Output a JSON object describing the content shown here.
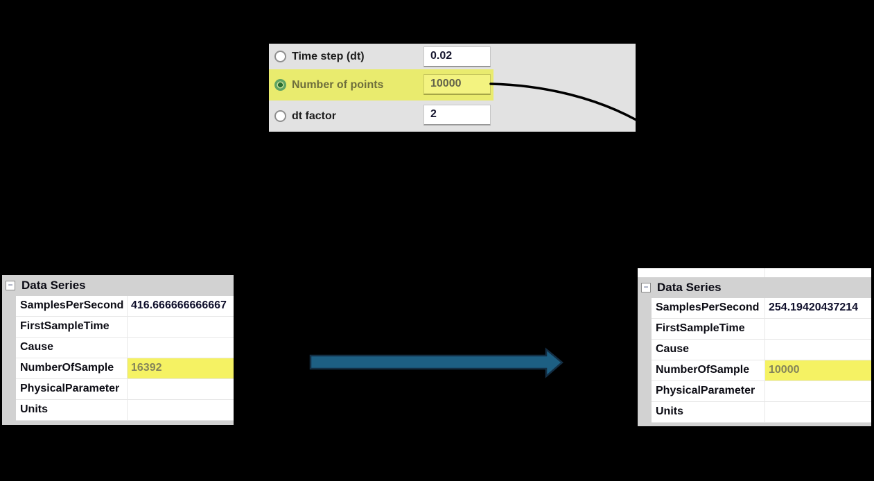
{
  "dialog": {
    "rows": [
      {
        "label": "Time step (dt)",
        "value": "0.02"
      },
      {
        "label": "Number of points",
        "value": "10000"
      },
      {
        "label": "dt factor",
        "value": "2"
      }
    ]
  },
  "before_grid": {
    "title": "Data Series",
    "collapse_glyph": "−",
    "rows": [
      {
        "label": "SamplesPerSecond",
        "value": "416.666666666667"
      },
      {
        "label": "FirstSampleTime",
        "value": ""
      },
      {
        "label": "Cause",
        "value": ""
      },
      {
        "label": "NumberOfSample",
        "value": "16392"
      },
      {
        "label": "PhysicalParameter",
        "value": ""
      },
      {
        "label": "Units",
        "value": ""
      }
    ]
  },
  "after_grid": {
    "title": "Data Series",
    "collapse_glyph": "−",
    "rows": [
      {
        "label": "SamplesPerSecond",
        "value": "254.19420437214"
      },
      {
        "label": "FirstSampleTime",
        "value": ""
      },
      {
        "label": "Cause",
        "value": ""
      },
      {
        "label": "NumberOfSample",
        "value": "10000"
      },
      {
        "label": "PhysicalParameter",
        "value": ""
      },
      {
        "label": "Units",
        "value": ""
      }
    ]
  },
  "icons": {
    "connector": "curved-connector-line",
    "arrow": "right-block-arrow",
    "radio_selected": "radio-selected",
    "radio_unselected": "radio-unselected"
  },
  "colors": {
    "background": "#000000",
    "dialog_panel_bg": "#e2e2e2",
    "highlight_row": "#e9eb6e",
    "highlight_field": "#f3f380",
    "highlight_cell": "#f5f263",
    "highlight_text": "#6e6e3c",
    "grid_chrome": "#d2d2d2",
    "radio_selected_green": "#5fa463",
    "arrow_fill": "#1d5f83",
    "arrow_outline": "#132e44",
    "connector_stroke": "#000000"
  }
}
